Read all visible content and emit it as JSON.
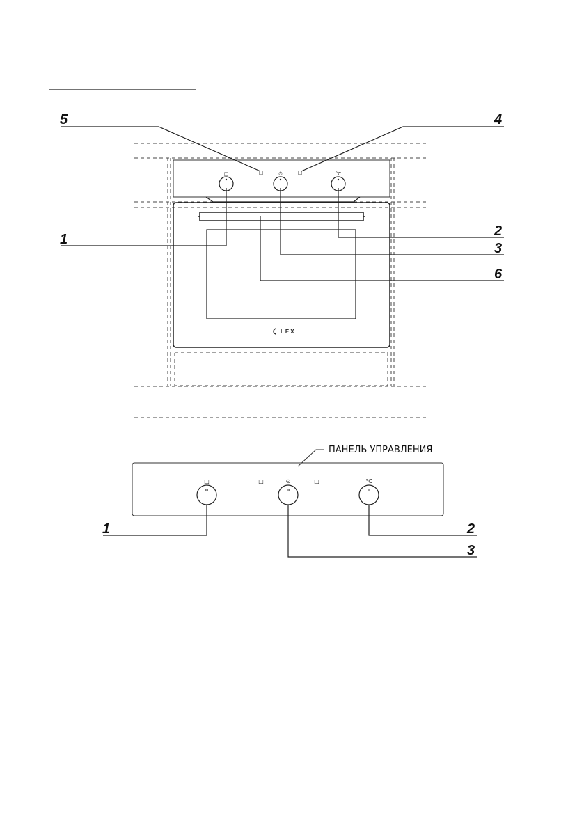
{
  "upper_diagram": {
    "callouts": {
      "c1": "1",
      "c2": "2",
      "c3": "3",
      "c4": "4",
      "c5": "5",
      "c6": "6"
    },
    "brand": "LEX",
    "knob_symbols": {
      "left": "□",
      "middle": "⏱",
      "right": "°C"
    },
    "indicator_symbols": [
      "□",
      "□"
    ]
  },
  "lower_diagram": {
    "panel_label": "ПАНЕЛЬ УПРАВЛЕНИЯ",
    "callouts": {
      "c1": "1",
      "c2": "2",
      "c3": "3"
    },
    "knob_symbols": {
      "left": "□",
      "middle": "⊙",
      "right": "°C"
    },
    "indicator_symbols": [
      "□",
      "□"
    ]
  }
}
